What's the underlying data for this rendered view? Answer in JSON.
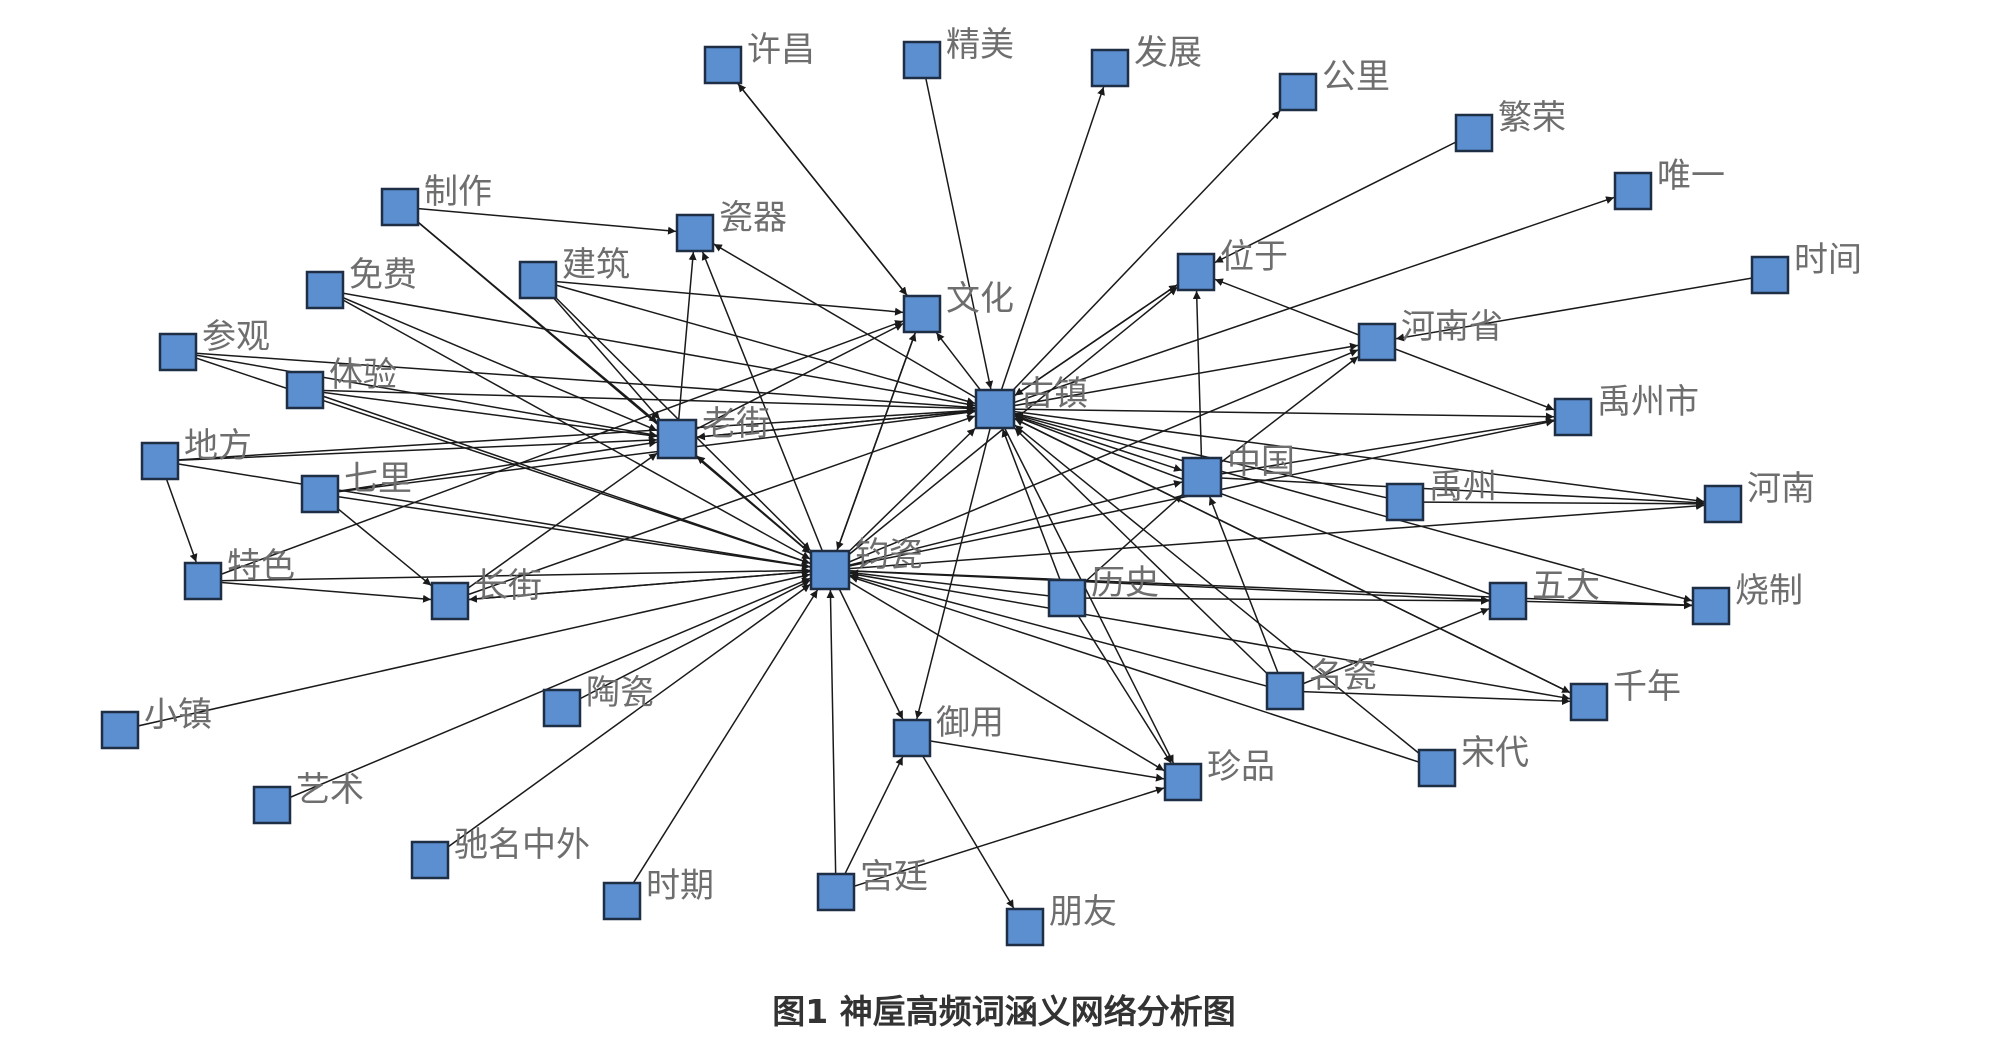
{
  "caption": "图1  神垕高频词涵义网络分析图",
  "colors": {
    "node_fill": "#5b8fd0",
    "node_border": "#1e2f45",
    "edge": "#1a1a1a",
    "label": "#6e6e6e"
  },
  "nodes": [
    {
      "id": "jun_ci",
      "label": "钧瓷"
    },
    {
      "id": "gu_zhen",
      "label": "古镇"
    },
    {
      "id": "lao_jie",
      "label": "老街"
    },
    {
      "id": "wen_hua",
      "label": "文化"
    },
    {
      "id": "zhong_guo",
      "label": "中国"
    },
    {
      "id": "he_nan_sheng",
      "label": "河南省"
    },
    {
      "id": "yu_zhou_shi",
      "label": "禹州市"
    },
    {
      "id": "yu_zhou",
      "label": "禹州"
    },
    {
      "id": "he_nan",
      "label": "河南"
    },
    {
      "id": "wu_da",
      "label": "五大"
    },
    {
      "id": "shao_zhi",
      "label": "烧制"
    },
    {
      "id": "li_shi",
      "label": "历史"
    },
    {
      "id": "ming_ci",
      "label": "名瓷"
    },
    {
      "id": "qian_nian",
      "label": "千年"
    },
    {
      "id": "song_dai",
      "label": "宋代"
    },
    {
      "id": "zhen_pin",
      "label": "珍品"
    },
    {
      "id": "yu_yong",
      "label": "御用"
    },
    {
      "id": "gong_ting",
      "label": "宫廷"
    },
    {
      "id": "peng_you",
      "label": "朋友"
    },
    {
      "id": "shi_qi",
      "label": "时期"
    },
    {
      "id": "chi_ming",
      "label": "驰名中外"
    },
    {
      "id": "yi_shu",
      "label": "艺术"
    },
    {
      "id": "xiao_zhen",
      "label": "小镇"
    },
    {
      "id": "tao_ci",
      "label": "陶瓷"
    },
    {
      "id": "chang_jie",
      "label": "长街"
    },
    {
      "id": "te_se",
      "label": "特色"
    },
    {
      "id": "qi_li",
      "label": "七里"
    },
    {
      "id": "di_fang",
      "label": "地方"
    },
    {
      "id": "ti_yan",
      "label": "体验"
    },
    {
      "id": "can_guan",
      "label": "参观"
    },
    {
      "id": "mian_fei",
      "label": "免费"
    },
    {
      "id": "jian_zhu",
      "label": "建筑"
    },
    {
      "id": "zhi_zuo",
      "label": "制作"
    },
    {
      "id": "ci_qi",
      "label": "瓷器"
    },
    {
      "id": "xu_chang",
      "label": "许昌"
    },
    {
      "id": "jing_mei",
      "label": "精美"
    },
    {
      "id": "fa_zhan",
      "label": "发展"
    },
    {
      "id": "gong_li",
      "label": "公里"
    },
    {
      "id": "fan_rong",
      "label": "繁荣"
    },
    {
      "id": "wei_yi",
      "label": "唯一"
    },
    {
      "id": "shi_jian",
      "label": "时间"
    },
    {
      "id": "wei_yu",
      "label": "位于"
    }
  ],
  "edges": [
    [
      "jun_ci",
      "gu_zhen"
    ],
    [
      "jun_ci",
      "lao_jie"
    ],
    [
      "jun_ci",
      "wen_hua"
    ],
    [
      "jun_ci",
      "zhong_guo"
    ],
    [
      "jun_ci",
      "he_nan_sheng"
    ],
    [
      "jun_ci",
      "yu_zhou_shi"
    ],
    [
      "jun_ci",
      "he_nan"
    ],
    [
      "jun_ci",
      "wu_da"
    ],
    [
      "jun_ci",
      "shao_zhi"
    ],
    [
      "jun_ci",
      "qian_nian"
    ],
    [
      "jun_ci",
      "zhen_pin"
    ],
    [
      "jun_ci",
      "yu_yong"
    ],
    [
      "jun_ci",
      "wei_yu"
    ],
    [
      "jun_ci",
      "ci_qi"
    ],
    [
      "jun_ci",
      "chang_jie"
    ],
    [
      "gu_zhen",
      "wen_hua"
    ],
    [
      "gu_zhen",
      "wei_yu"
    ],
    [
      "gu_zhen",
      "he_nan_sheng"
    ],
    [
      "gu_zhen",
      "yu_zhou_shi"
    ],
    [
      "gu_zhen",
      "he_nan"
    ],
    [
      "gu_zhen",
      "zhong_guo"
    ],
    [
      "gu_zhen",
      "fa_zhan"
    ],
    [
      "gu_zhen",
      "gong_li"
    ],
    [
      "gu_zhen",
      "wei_yi"
    ],
    [
      "gu_zhen",
      "ci_qi"
    ],
    [
      "gu_zhen",
      "lao_jie"
    ],
    [
      "gu_zhen",
      "yu_yong"
    ],
    [
      "gu_zhen",
      "zhen_pin"
    ],
    [
      "gu_zhen",
      "qian_nian"
    ],
    [
      "gu_zhen",
      "shao_zhi"
    ],
    [
      "lao_jie",
      "wen_hua"
    ],
    [
      "lao_jie",
      "gu_zhen"
    ],
    [
      "lao_jie",
      "ci_qi"
    ],
    [
      "xiao_zhen",
      "jun_ci"
    ],
    [
      "yi_shu",
      "jun_ci"
    ],
    [
      "chi_ming",
      "jun_ci"
    ],
    [
      "shi_qi",
      "jun_ci"
    ],
    [
      "tao_ci",
      "jun_ci"
    ],
    [
      "te_se",
      "jun_ci"
    ],
    [
      "qi_li",
      "jun_ci"
    ],
    [
      "di_fang",
      "jun_ci"
    ],
    [
      "ti_yan",
      "jun_ci"
    ],
    [
      "can_guan",
      "jun_ci"
    ],
    [
      "mian_fei",
      "jun_ci"
    ],
    [
      "jian_zhu",
      "jun_ci"
    ],
    [
      "zhi_zuo",
      "jun_ci"
    ],
    [
      "gong_ting",
      "jun_ci"
    ],
    [
      "li_shi",
      "jun_ci"
    ],
    [
      "ming_ci",
      "jun_ci"
    ],
    [
      "song_dai",
      "jun_ci"
    ],
    [
      "chang_jie",
      "jun_ci"
    ],
    [
      "wen_hua",
      "jun_ci"
    ],
    [
      "di_fang",
      "lao_jie"
    ],
    [
      "di_fang",
      "te_se"
    ],
    [
      "di_fang",
      "gu_zhen"
    ],
    [
      "qi_li",
      "lao_jie"
    ],
    [
      "qi_li",
      "gu_zhen"
    ],
    [
      "qi_li",
      "chang_jie"
    ],
    [
      "ti_yan",
      "lao_jie"
    ],
    [
      "ti_yan",
      "gu_zhen"
    ],
    [
      "can_guan",
      "lao_jie"
    ],
    [
      "can_guan",
      "gu_zhen"
    ],
    [
      "mian_fei",
      "lao_jie"
    ],
    [
      "mian_fei",
      "gu_zhen"
    ],
    [
      "jian_zhu",
      "lao_jie"
    ],
    [
      "jian_zhu",
      "gu_zhen"
    ],
    [
      "jian_zhu",
      "wen_hua"
    ],
    [
      "zhi_zuo",
      "ci_qi"
    ],
    [
      "zhi_zuo",
      "lao_jie"
    ],
    [
      "te_se",
      "chang_jie"
    ],
    [
      "te_se",
      "wen_hua"
    ],
    [
      "chang_jie",
      "lao_jie"
    ],
    [
      "chang_jie",
      "gu_zhen"
    ],
    [
      "li_shi",
      "gu_zhen"
    ],
    [
      "li_shi",
      "zhong_guo"
    ],
    [
      "li_shi",
      "wu_da"
    ],
    [
      "li_shi",
      "zhen_pin"
    ],
    [
      "ming_ci",
      "zhong_guo"
    ],
    [
      "ming_ci",
      "wu_da"
    ],
    [
      "ming_ci",
      "gu_zhen"
    ],
    [
      "ming_ci",
      "qian_nian"
    ],
    [
      "song_dai",
      "gu_zhen"
    ],
    [
      "zhong_guo",
      "wei_yu"
    ],
    [
      "zhong_guo",
      "he_nan_sheng"
    ],
    [
      "zhong_guo",
      "yu_zhou_shi"
    ],
    [
      "zhong_guo",
      "he_nan"
    ],
    [
      "he_nan_sheng",
      "wei_yu"
    ],
    [
      "he_nan_sheng",
      "yu_zhou_shi"
    ],
    [
      "shi_jian",
      "he_nan_sheng"
    ],
    [
      "fan_rong",
      "wei_yu"
    ],
    [
      "yu_zhou",
      "he_nan"
    ],
    [
      "yu_zhou",
      "gu_zhen"
    ],
    [
      "wu_da",
      "shao_zhi"
    ],
    [
      "xu_chang",
      "wen_hua"
    ],
    [
      "wen_hua",
      "xu_chang"
    ],
    [
      "jing_mei",
      "gu_zhen"
    ],
    [
      "yu_yong",
      "zhen_pin"
    ],
    [
      "yu_yong",
      "peng_you"
    ],
    [
      "gong_ting",
      "yu_yong"
    ],
    [
      "gong_ting",
      "zhen_pin"
    ],
    [
      "wei_yu",
      "gu_zhen"
    ],
    [
      "wu_da",
      "gu_zhen"
    ],
    [
      "qian_nian",
      "gu_zhen"
    ]
  ]
}
